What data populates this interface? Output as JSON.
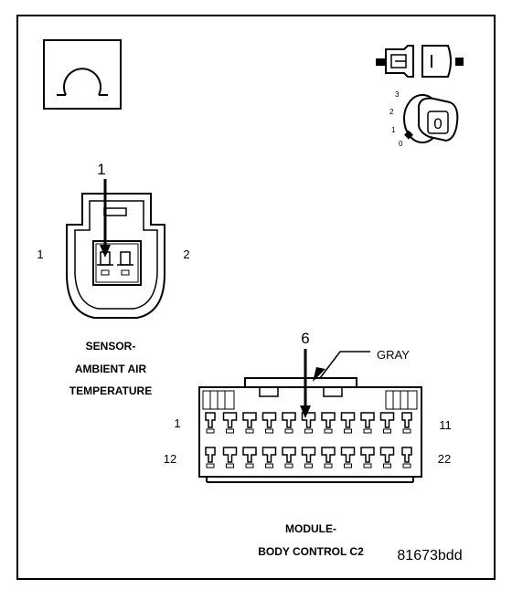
{
  "diagram_id": "81673bdd",
  "icons": {
    "ohmmeter": "ohmmeter-omega-icon",
    "connector": "connector-disconnect-icon",
    "ignition": "ignition-key-icon",
    "ignition_positions": [
      "3",
      "2",
      "1",
      "0"
    ],
    "ignition_key_text": "0"
  },
  "sensor": {
    "name_lines": [
      "SENSOR-",
      "AMBIENT AIR",
      "TEMPERATURE"
    ],
    "pin_left": "1",
    "pin_right": "2",
    "probe_pin": "1"
  },
  "module": {
    "name_lines": [
      "MODULE-",
      "BODY CONTROL C2"
    ],
    "color_label": "GRAY",
    "probe_pin": "6",
    "row1_first": "1",
    "row1_last": "11",
    "row2_first": "12",
    "row2_last": "22"
  }
}
